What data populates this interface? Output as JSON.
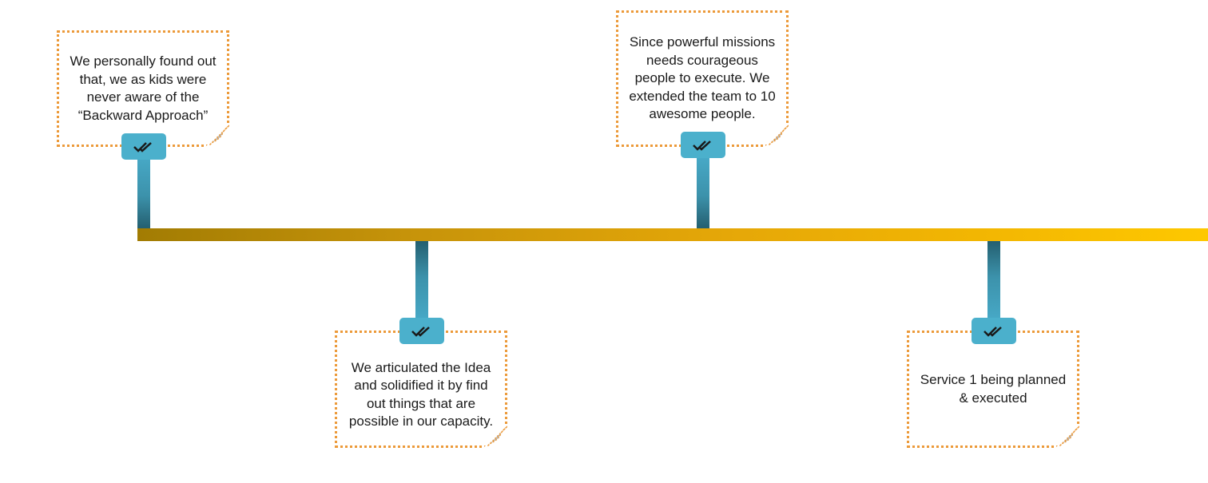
{
  "timeline": {
    "milestones": [
      {
        "text": "We personally found out that, we as kids were never aware of the “Backward Approach”",
        "position": "above"
      },
      {
        "text": "We articulated the Idea and solidified it by find out things that are possible in our capacity.",
        "position": "below"
      },
      {
        "text": "Since powerful missions needs courageous people to execute. We extended the team to 10 awesome people.",
        "position": "above"
      },
      {
        "text": "Service 1 being planned & executed",
        "position": "below"
      }
    ],
    "badge_icon": "double-check-icon"
  },
  "colors": {
    "timeline_start": "#a27c03",
    "timeline_end": "#fec800",
    "badge": "#4bb0cc",
    "stem": "#3c92ab",
    "note_border": "#ec9a3a",
    "check": "#1a1a1a"
  }
}
